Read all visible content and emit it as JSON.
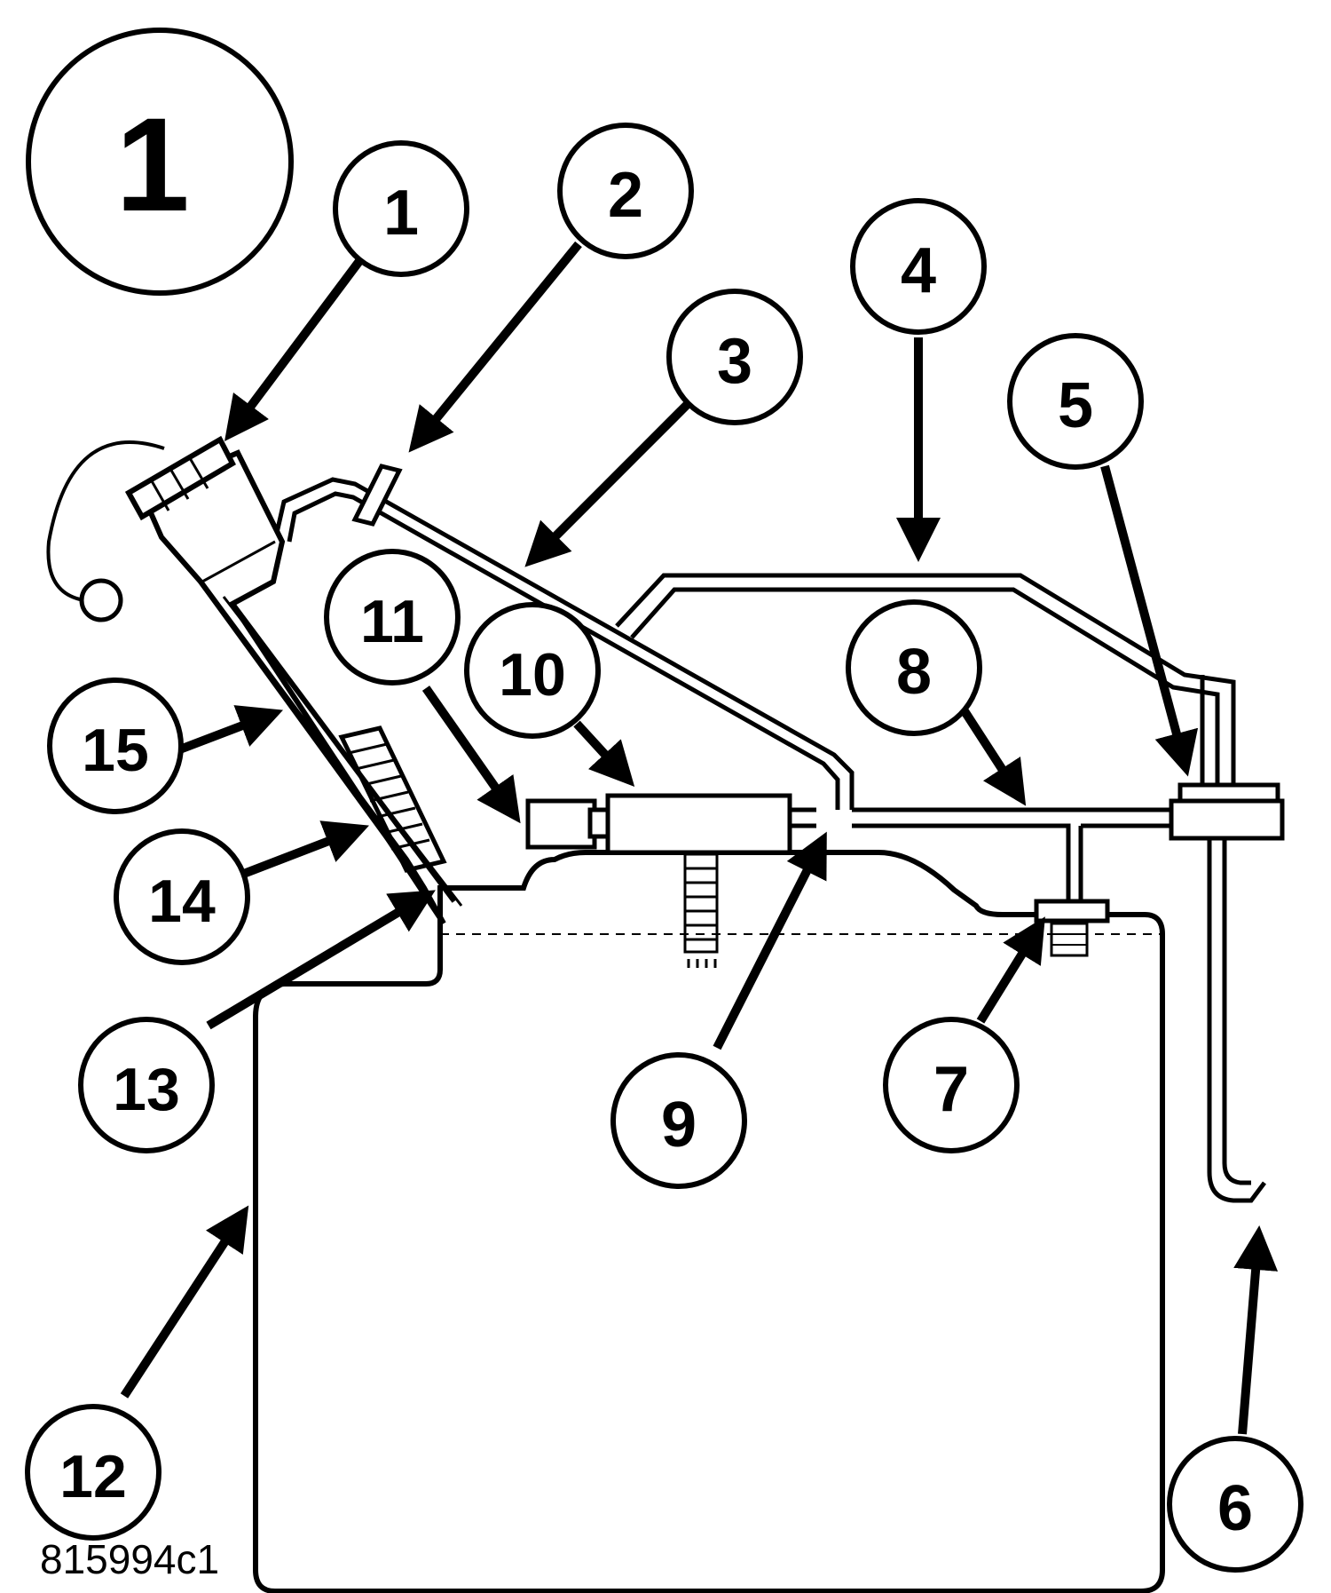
{
  "figure": {
    "number": "1",
    "code": "815994c1",
    "line_color": "#000000",
    "background": "#ffffff"
  },
  "callouts": [
    {
      "label": "1"
    },
    {
      "label": "2"
    },
    {
      "label": "3"
    },
    {
      "label": "4"
    },
    {
      "label": "5"
    },
    {
      "label": "6"
    },
    {
      "label": "7"
    },
    {
      "label": "8"
    },
    {
      "label": "9"
    },
    {
      "label": "10"
    },
    {
      "label": "11"
    },
    {
      "label": "12"
    },
    {
      "label": "13"
    },
    {
      "label": "14"
    },
    {
      "label": "15"
    }
  ]
}
